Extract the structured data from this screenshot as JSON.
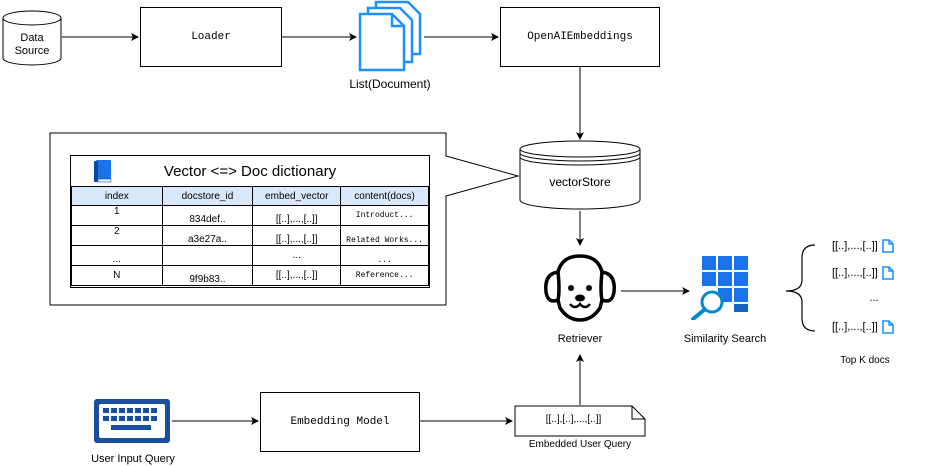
{
  "nodes": {
    "data_source": "Data\nSource",
    "data_source_line1": "Data",
    "data_source_line2": "Source",
    "loader": "Loader",
    "list_document": "List(Document)",
    "openai_embeddings": "OpenAIEmbeddings",
    "vector_store": "vectorStore",
    "retriever": "Retriever",
    "similarity_search": "Similarity Search",
    "top_k_docs": "Top K docs",
    "user_input_query": "User Input Query",
    "embedding_model": "Embedding Model",
    "embedded_query_value": "[[..],[..],...,[..]]",
    "embedded_user_query": "Embedded User Query"
  },
  "table": {
    "title": "Vector <=> Doc dictionary",
    "headers": [
      "index",
      "docstore_id",
      "embed_vector",
      "content(docs)"
    ],
    "rows": [
      [
        "1",
        "834def..",
        "[[..],...,[..]]",
        "Introduct..."
      ],
      [
        "2",
        "a3e27a..",
        "[[..],...,[..]]",
        "Related Works..."
      ],
      [
        "...",
        "",
        "...",
        "..."
      ],
      [
        "N",
        "9f9b83..",
        "[[..],...,[..]]",
        "Reference..."
      ]
    ]
  },
  "top_k": {
    "items": [
      "[[..],...,[..]]",
      "[[..],...,[..]]",
      "...",
      "[[..],...,[..]]"
    ]
  },
  "colors": {
    "blue_icon": "#1e90ff",
    "keyboard_blue": "#1a4fa0",
    "grid_blue": "#1a73e8",
    "header_fill": "#dae8fc"
  },
  "icons": {
    "document_stack": "document-stack-icon",
    "book": "book-icon",
    "dog": "dog-icon",
    "grid_search": "grid-search-icon",
    "keyboard": "keyboard-icon",
    "file": "file-icon"
  }
}
